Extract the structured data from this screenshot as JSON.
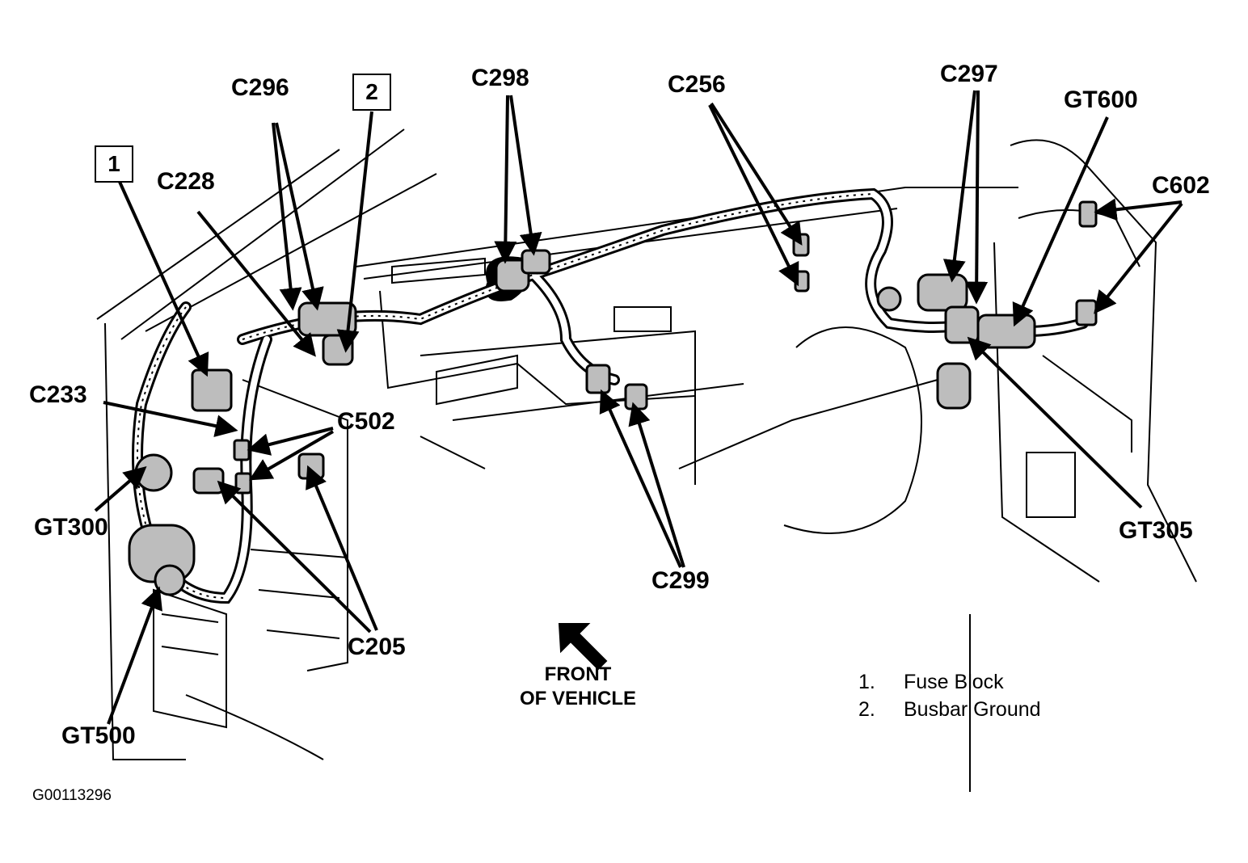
{
  "connectors": {
    "c296": "C296",
    "c228": "C228",
    "c298": "C298",
    "c256": "C256",
    "c297": "C297",
    "gt600": "GT600",
    "c602": "C602",
    "c233": "C233",
    "c502": "C502",
    "gt300": "GT300",
    "gt305": "GT305",
    "c299": "C299",
    "c205": "C205",
    "gt500": "GT500"
  },
  "callouts": {
    "box1": "1",
    "box2": "2"
  },
  "front_label": {
    "line1": "FRONT",
    "line2": "OF VEHICLE"
  },
  "legend": [
    {
      "num": "1.",
      "text": "Fuse Block"
    },
    {
      "num": "2.",
      "text": "Busbar Ground"
    }
  ],
  "figure_id": "G00113296",
  "colors": {
    "ink": "#000000",
    "paper": "#ffffff",
    "harness": "#8a8a8a"
  }
}
